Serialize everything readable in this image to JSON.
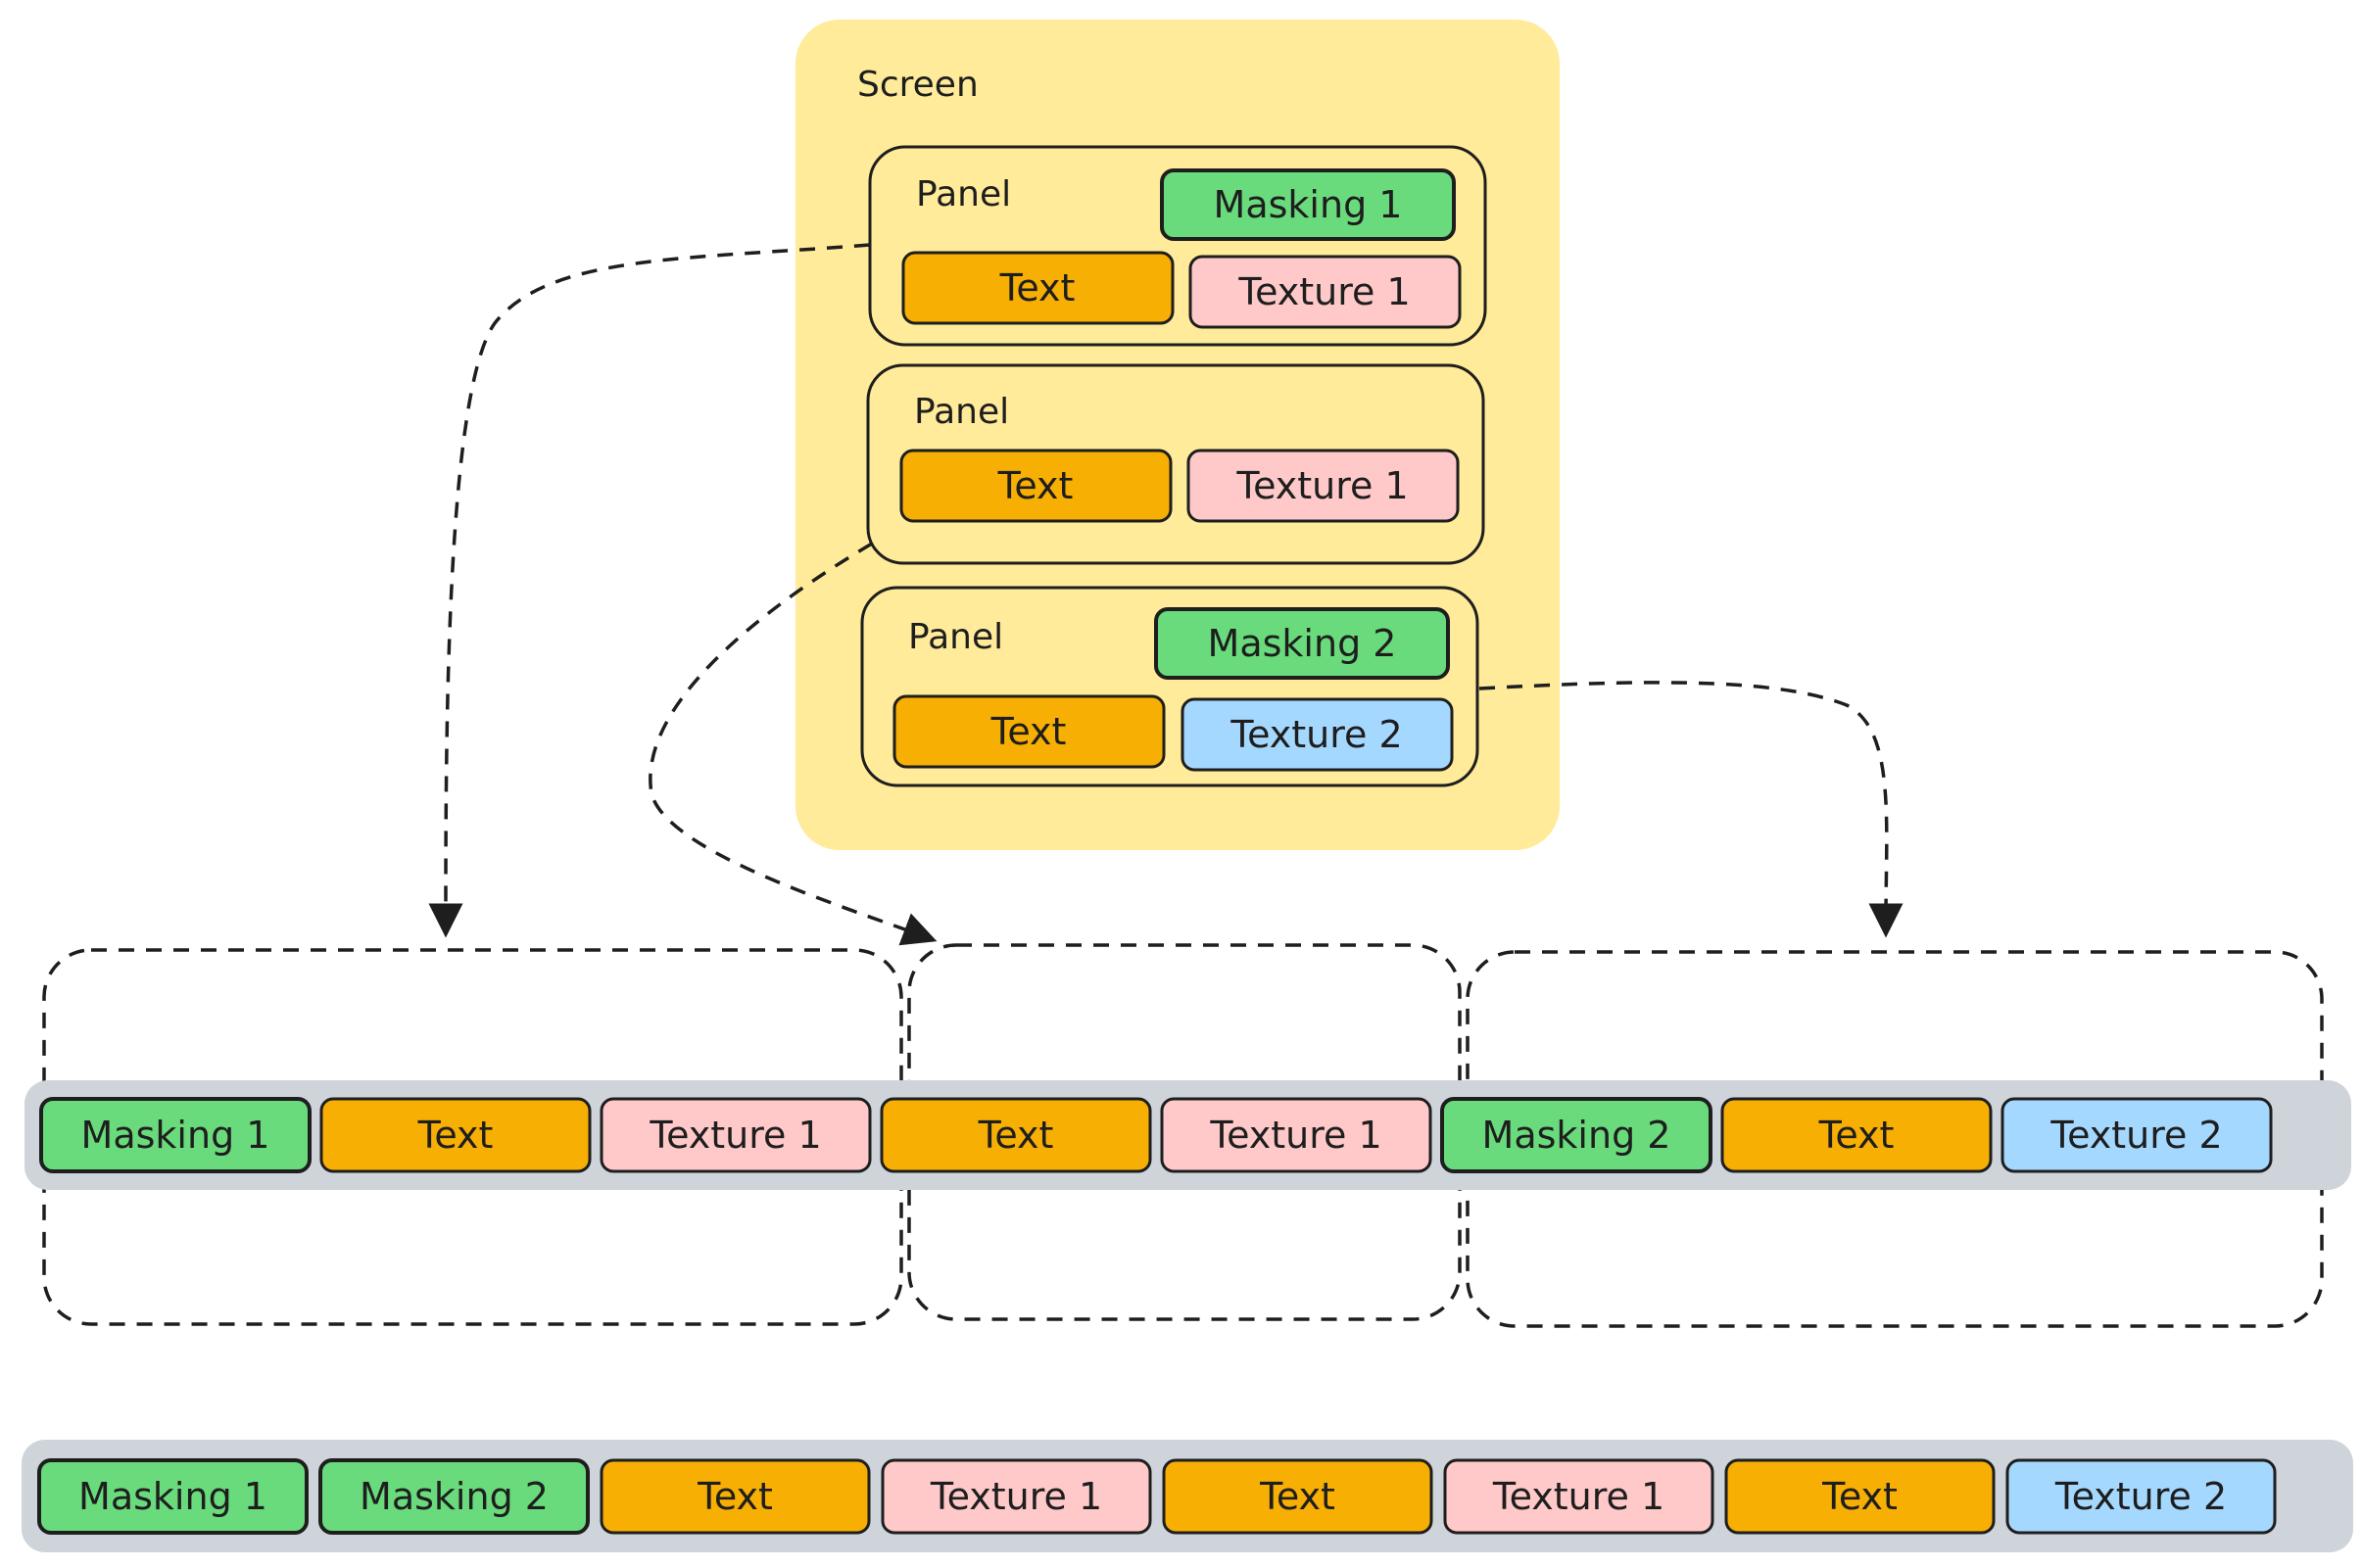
{
  "colors": {
    "screen_fill": "#ffeb99",
    "masking": "#69db7c",
    "text": "#f8af04",
    "texture_1": "#ffc9c9",
    "texture_2": "#a5d8ff",
    "batch_bar": "#ced4da",
    "stroke": "#1e1e1e"
  },
  "screen": {
    "title": "Screen",
    "panels": [
      {
        "title": "Panel",
        "items": [
          {
            "label": "Masking 1",
            "kind": "masking"
          },
          {
            "label": "Text",
            "kind": "text"
          },
          {
            "label": "Texture 1",
            "kind": "texture_1"
          }
        ]
      },
      {
        "title": "Panel",
        "items": [
          {
            "label": "Text",
            "kind": "text"
          },
          {
            "label": "Texture 1",
            "kind": "texture_1"
          }
        ]
      },
      {
        "title": "Panel",
        "items": [
          {
            "label": "Masking 2",
            "kind": "masking"
          },
          {
            "label": "Text",
            "kind": "text"
          },
          {
            "label": "Texture 2",
            "kind": "texture_2"
          }
        ]
      }
    ]
  },
  "flattened_row": [
    {
      "label": "Masking 1",
      "kind": "masking"
    },
    {
      "label": "Text",
      "kind": "text"
    },
    {
      "label": "Texture 1",
      "kind": "texture_1"
    },
    {
      "label": "Text",
      "kind": "text"
    },
    {
      "label": "Texture 1",
      "kind": "texture_1"
    },
    {
      "label": "Masking 2",
      "kind": "masking"
    },
    {
      "label": "Text",
      "kind": "text"
    },
    {
      "label": "Texture 2",
      "kind": "texture_2"
    }
  ],
  "sorted_row": [
    {
      "label": "Masking 1",
      "kind": "masking"
    },
    {
      "label": "Masking 2",
      "kind": "masking"
    },
    {
      "label": "Text",
      "kind": "text"
    },
    {
      "label": "Texture 1",
      "kind": "texture_1"
    },
    {
      "label": "Text",
      "kind": "text"
    },
    {
      "label": "Texture 1",
      "kind": "texture_1"
    },
    {
      "label": "Text",
      "kind": "text"
    },
    {
      "label": "Texture 2",
      "kind": "texture_2"
    }
  ]
}
